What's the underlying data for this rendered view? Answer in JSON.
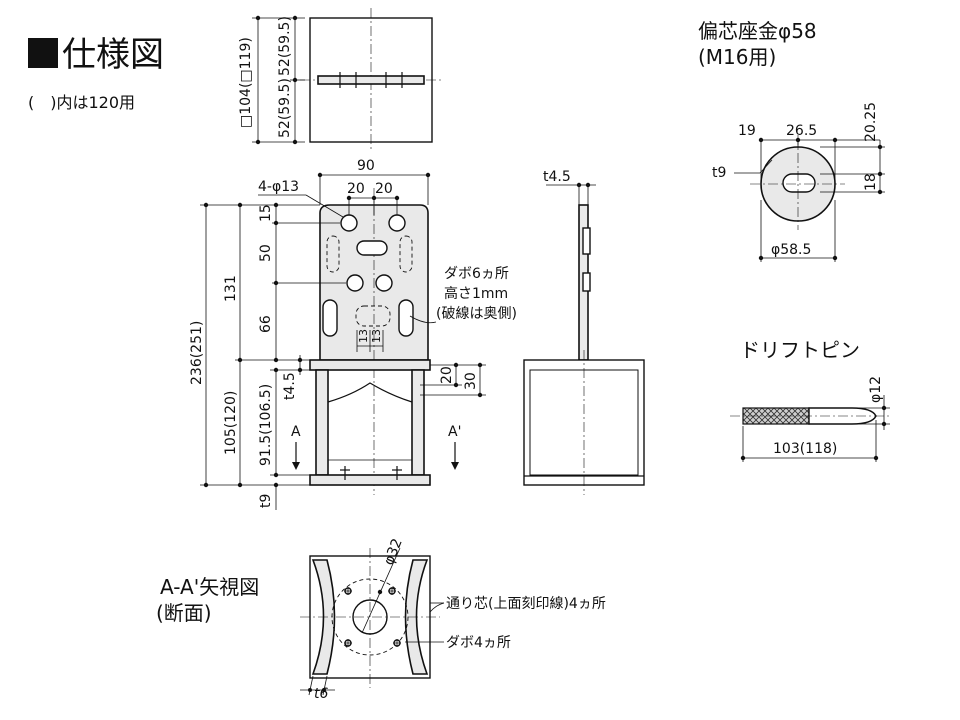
{
  "title": {
    "main": "仕様図",
    "note": "(　)内は120用"
  },
  "top_view": {
    "dim_size": "□104(□119)",
    "dim_upper": "52(59.5)",
    "dim_lower": "52(59.5)"
  },
  "front_view": {
    "width": "90",
    "holes": "4-φ13",
    "pitch_left": "20",
    "pitch_right": "20",
    "d15": "15",
    "d50": "50",
    "d66": "66",
    "d131": "131",
    "total": "236(251)",
    "d105": "105(120)",
    "d91": "91.5(106.5)",
    "t9": "t9",
    "t45": "t4.5",
    "d20": "20",
    "d30": "30",
    "small13a": "13",
    "small13b": "13",
    "section_a": "A",
    "section_a2": "A'",
    "note1": "ダボ6ヵ所",
    "note2": "高さ1mm",
    "note3": "(破線は奥側)"
  },
  "side_view": {
    "t45": "t4.5"
  },
  "washer": {
    "title1": "偏芯座金φ58",
    "title2": "(M16用)",
    "d19": "19",
    "d265": "26.5",
    "d2025": "20.25",
    "t9": "t9",
    "d18": "18",
    "dia": "φ58.5"
  },
  "pin": {
    "title": "ドリフトピン",
    "dia": "φ12",
    "length": "103(118)"
  },
  "section": {
    "title1": "A-A'矢視図",
    "title2": "(断面)",
    "dia": "φ32",
    "note_core": "通り芯(上面刻印線)4ヵ所",
    "note_dowel": "ダボ4ヵ所",
    "t6": "t6"
  }
}
